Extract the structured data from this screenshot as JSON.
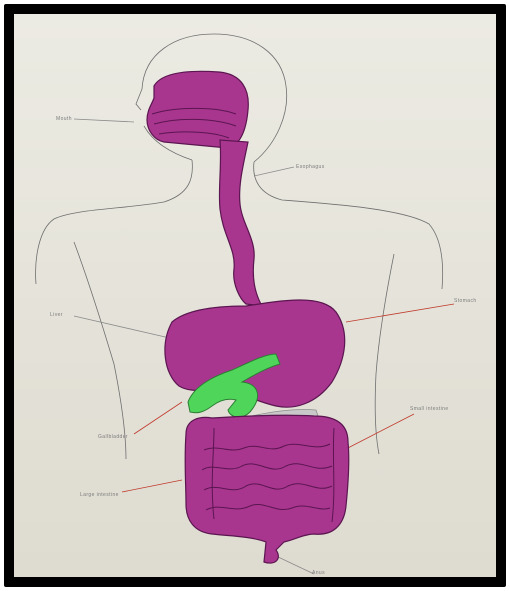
{
  "image": {
    "subject": "hand-drawn digestive system poster",
    "colors": {
      "frame": "#000000",
      "paper": "#e9e6dc",
      "organ": "#a8368f",
      "organ_outline": "#5b1550",
      "liver_accent": "#4fd65a",
      "pencil": "#6f6f6f",
      "pointer": "#c0392b"
    },
    "labels": {
      "mouth": "Mouth",
      "esophagus": "Esophagus",
      "stomach": "Stomach",
      "liver": "Liver",
      "gallbladder": "Gallbladder",
      "small_intestine": "Small intestine",
      "large_intestine": "Large intestine",
      "anus": "Anus"
    }
  }
}
